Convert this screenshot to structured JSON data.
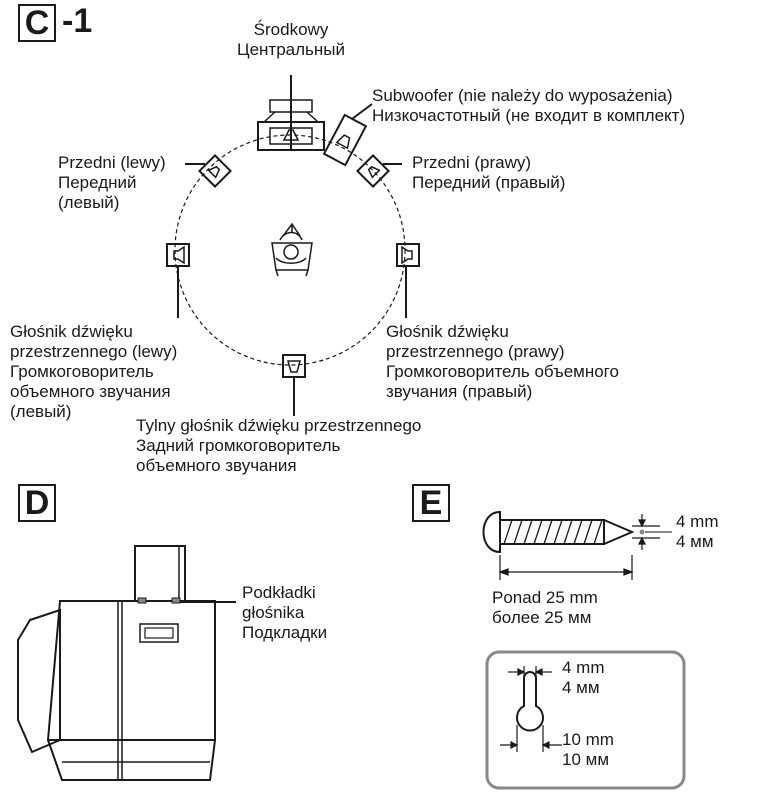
{
  "section_c": {
    "box_letter": "C",
    "suffix": "-1",
    "center_label": [
      "Środkowy",
      "Центральный"
    ],
    "subwoofer_label": [
      "Subwoofer (nie należy do wyposażenia)",
      "Низкочастотный (не входит в комплект)"
    ],
    "front_left_label": [
      "Przedni (lewy)",
      "Передний",
      "(левый)"
    ],
    "front_right_label": [
      "Przedni (prawy)",
      "Передний (правый)"
    ],
    "surround_left_label": [
      "Głośnik dźwięku",
      "przestrzennego (lewy)",
      "Громкоговоритель",
      "объемного звучания",
      "(левый)"
    ],
    "surround_right_label": [
      "Głośnik dźwięku",
      "przestrzennego (prawy)",
      "Громкоговоритель объемного",
      "звучания (правый)"
    ],
    "rear_label": [
      "Tylny głośnik dźwięku przestrzennego",
      "Задний громкоговоритель",
      "объемного звучания"
    ]
  },
  "section_d": {
    "box_letter": "D",
    "pads_label": [
      "Podkładki",
      "głośnika",
      "Подкладки"
    ]
  },
  "section_e": {
    "box_letter": "E",
    "screw_diameter": [
      "4 mm",
      "4 мм"
    ],
    "screw_length": [
      "Ponad 25 mm",
      "более 25 мм"
    ],
    "hole_small": [
      "4 mm",
      "4 мм"
    ],
    "hole_large": [
      "10 mm",
      "10 мм"
    ]
  },
  "colors": {
    "ink": "#1a1a1a",
    "background": "#ffffff",
    "pad_gray": "#888888"
  }
}
